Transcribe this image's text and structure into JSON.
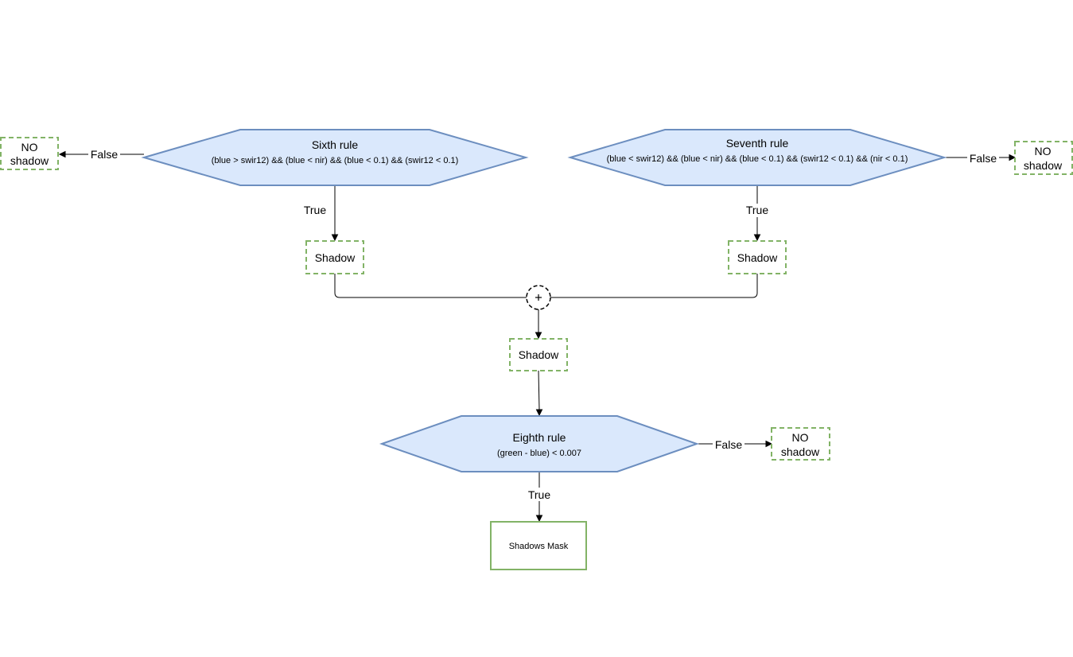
{
  "rules": {
    "sixth": {
      "title": "Sixth rule",
      "expr": "(blue > swir12) && (blue < nir) && (blue < 0.1) && (swir12 < 0.1)"
    },
    "seventh": {
      "title": "Seventh rule",
      "expr": "(blue < swir12) && (blue < nir) && (blue < 0.1) && (swir12 < 0.1) && (nir < 0.1)"
    },
    "eighth": {
      "title": "Eighth rule",
      "expr": "(green - blue) < 0.007"
    }
  },
  "outcomes": {
    "no_shadow_line1": "NO",
    "no_shadow_line2": "shadow",
    "shadow": "Shadow",
    "mask": "Shadows Mask"
  },
  "edge_labels": {
    "true": "True",
    "false": "False"
  },
  "colors": {
    "rule_fill": "#dae8fc",
    "rule_stroke": "#6c8ebf",
    "outcome_stroke": "#82b366"
  }
}
